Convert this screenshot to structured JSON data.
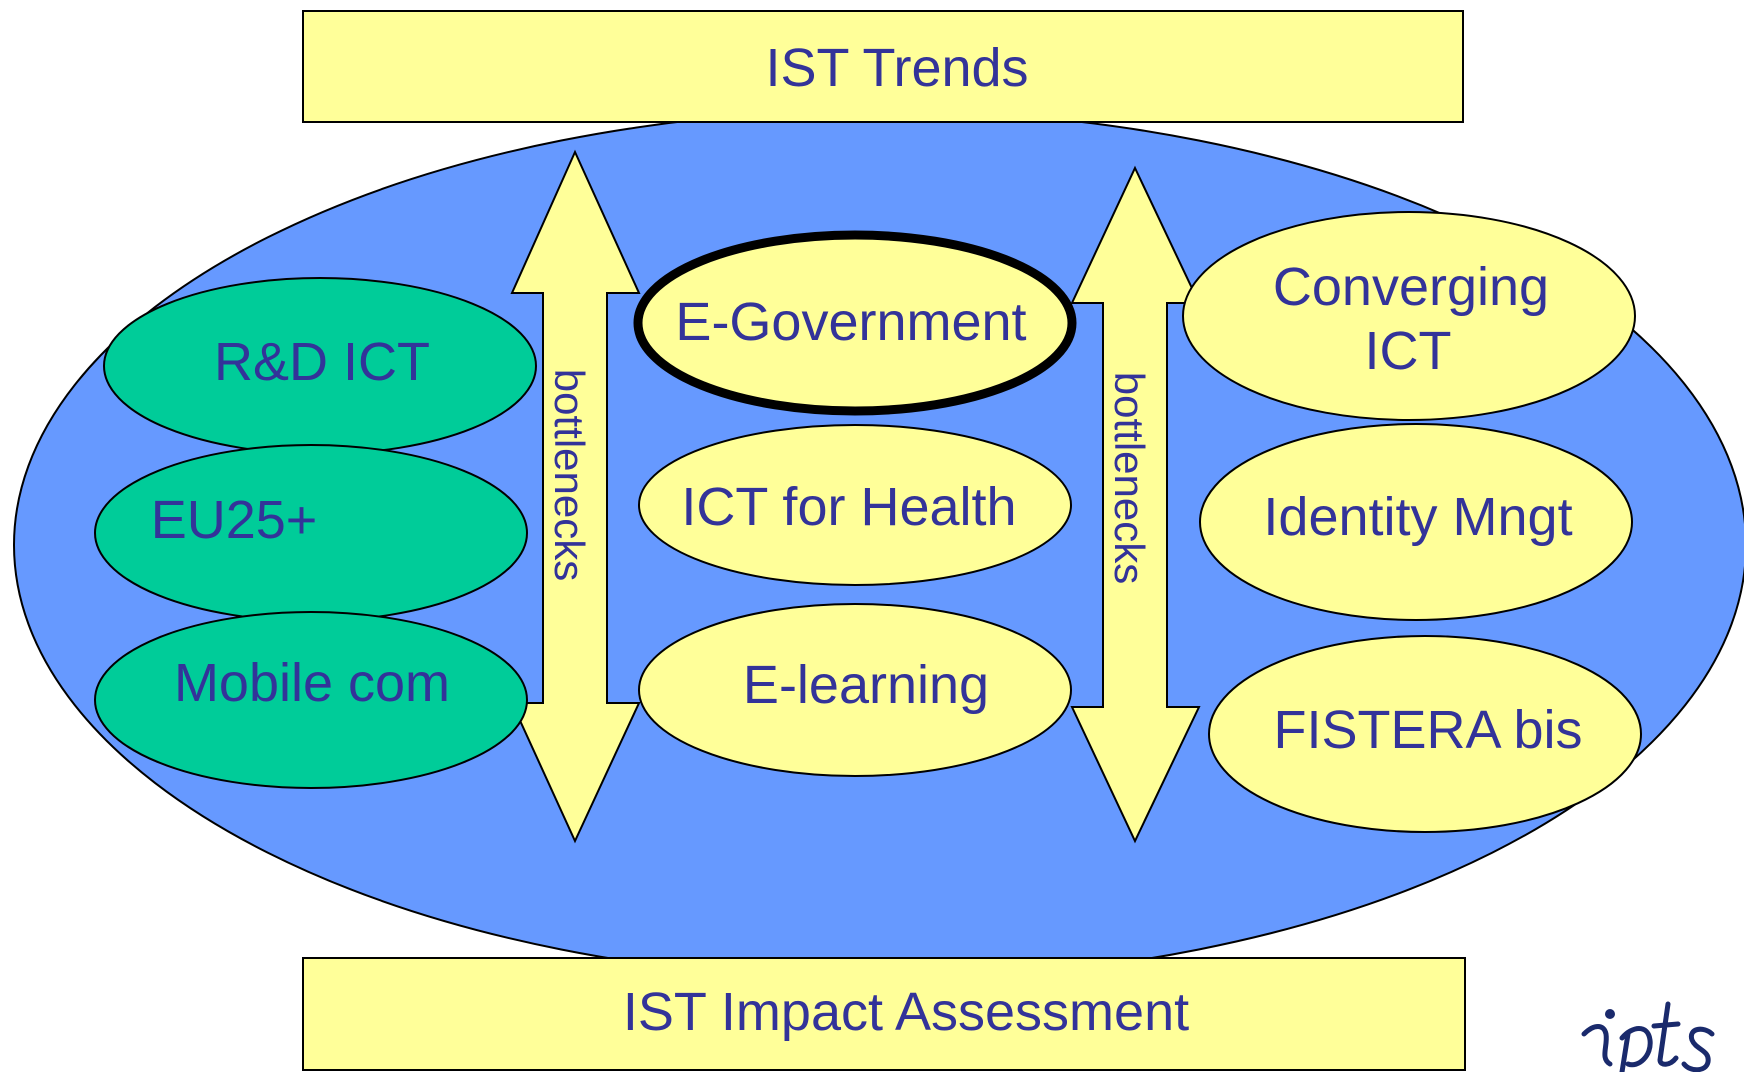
{
  "top_box": {
    "label": "IST Trends"
  },
  "bottom_box": {
    "label": "IST Impact Assessment"
  },
  "arrows": {
    "left_label": "bottlenecks",
    "right_label": "bottlenecks"
  },
  "left_column": [
    "R&D ICT",
    "EU25+",
    "Mobile com"
  ],
  "middle_column": [
    "E-Government",
    "ICT for Health",
    "E-learning"
  ],
  "right_column": {
    "converging_line1": "Converging",
    "converging_line2": "ICT",
    "identity": "Identity Mngt",
    "fistera": "FISTERA bis"
  },
  "highlighted": "E-Government",
  "logo": {
    "text": "ipts",
    "icon": "ipts-logo-icon"
  },
  "colors": {
    "background_ellipse": "#6699ff",
    "yellow_fill": "#ffff99",
    "green_fill": "#00cc99",
    "text_blue": "#333399",
    "outline": "#000000"
  }
}
